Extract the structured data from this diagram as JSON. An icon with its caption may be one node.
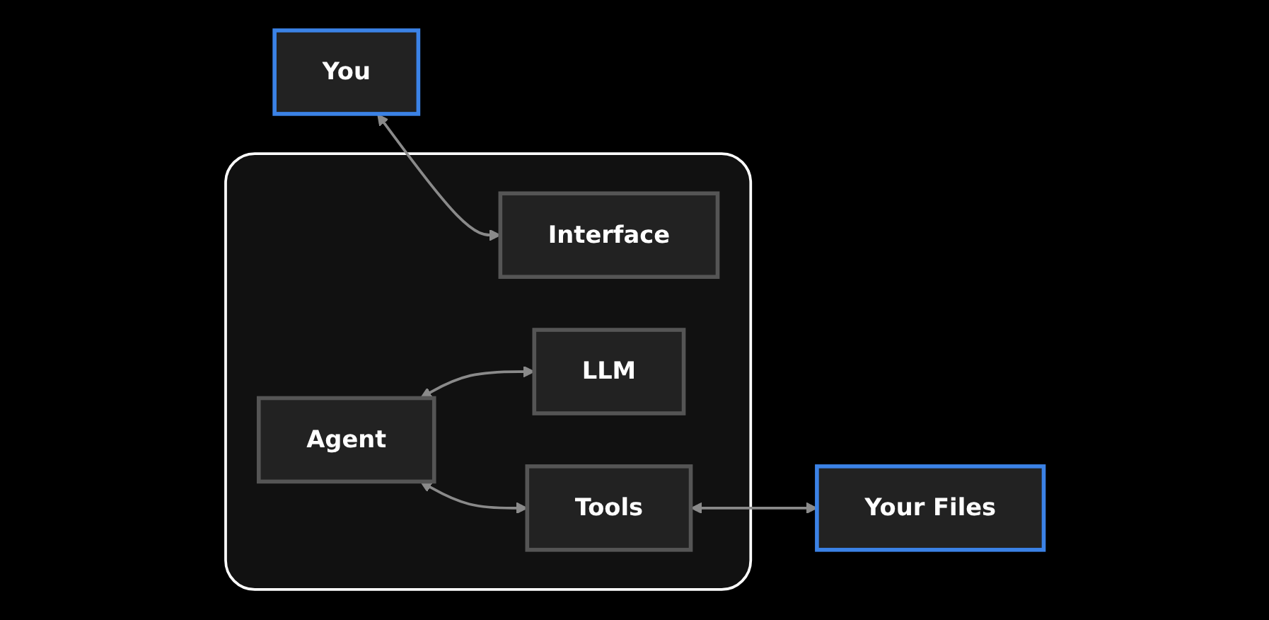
{
  "diagram": {
    "nodes": [
      {
        "text": [
          "You"
        ]
      },
      {
        "text": [],
        "shape": "box"
      },
      {
        "text": [
          "Interface"
        ],
        "in": 1
      },
      {
        "text": [
          "Agent"
        ],
        "in": 1
      },
      {
        "text": [
          "LLM"
        ],
        "in": 1
      },
      {
        "text": [
          "Tools"
        ],
        "in": 1
      },
      {
        "text": [
          "Your Files"
        ]
      }
    ],
    "edges": [
      {
        "from": 0,
        "to": 2,
        "arrow": "both"
      },
      {
        "from": 3,
        "to": 4,
        "arrow": "both"
      },
      {
        "from": 3,
        "to": 5,
        "arrow": "both"
      },
      {
        "from": 5,
        "to": 6,
        "arrow": "both"
      }
    ]
  }
}
